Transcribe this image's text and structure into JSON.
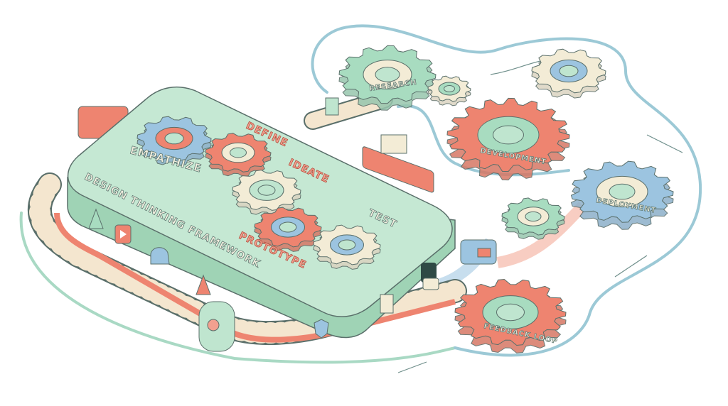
{
  "title": "DESIGN THINKING FRAMEWORK",
  "stages": [
    {
      "id": "empathize",
      "label": "EMPATHIZE",
      "gear": "blue"
    },
    {
      "id": "define",
      "label": "DEFINE",
      "gear": "red"
    },
    {
      "id": "ideate",
      "label": "IDEATE",
      "gear": "cream"
    },
    {
      "id": "prototype",
      "label": "PROTOTYPE",
      "gear": "red"
    },
    {
      "id": "test",
      "label": "TEST",
      "gear": "cream"
    }
  ],
  "outer_gears": [
    {
      "id": "research",
      "label": "RESEARCH",
      "gear": "green"
    },
    {
      "id": "development",
      "label": "DEVELOPMENT",
      "gear": "red"
    },
    {
      "id": "deployment",
      "label": "DEPLOYMENT",
      "gear": "blue"
    },
    {
      "id": "feedback",
      "label": "FEEDBACK LOOP",
      "gear": "red"
    }
  ],
  "colors": {
    "green": "#a8dcc0",
    "red": "#ee8470",
    "blue": "#9cc4e0",
    "cream": "#f3ecd6",
    "platform": "#bfe5cf",
    "belt": "#f4e6cf",
    "flow": "#9cc9d6",
    "outline": "#5a6f6a"
  }
}
